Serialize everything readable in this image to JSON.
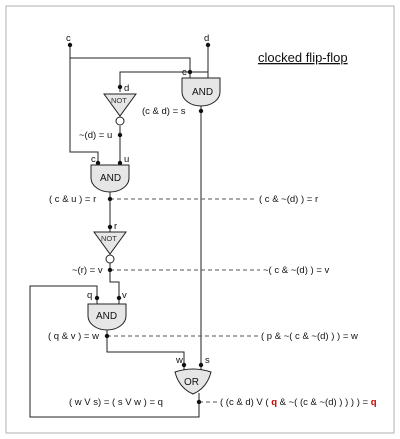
{
  "title": "clocked flip-flop",
  "inputs": {
    "c": "c",
    "d": "d"
  },
  "gates": {
    "and1": "AND",
    "not1": "NOT",
    "and2": "AND",
    "not2": "NOT",
    "and3": "AND",
    "or1": "OR"
  },
  "pins": {
    "and1_c": "c",
    "not1_d": "d",
    "and2_c": "c",
    "and2_u": "u",
    "not2_r": "r",
    "and3_q": "q",
    "and3_v": "v",
    "or_w": "w",
    "or_s": "s"
  },
  "labels": {
    "s": "(c & d) = s",
    "u": "~(d) = u",
    "r": "( c & u ) = r",
    "v": "~(r) = v",
    "w": "( q & v ) = w",
    "q": "( w V s) = ( s V w ) = q"
  },
  "expressions": {
    "r": "( c & ~(d) ) = r",
    "v": "~( c & ~(d) ) = v",
    "w": "( p & ~( c & ~(d) ) ) = w",
    "q_prefix": "( (c & d) V ( ",
    "q_q1": "q",
    "q_mid": " & ~( (c & ~(d) ) ) ) ) = ",
    "q_q2": "q"
  }
}
